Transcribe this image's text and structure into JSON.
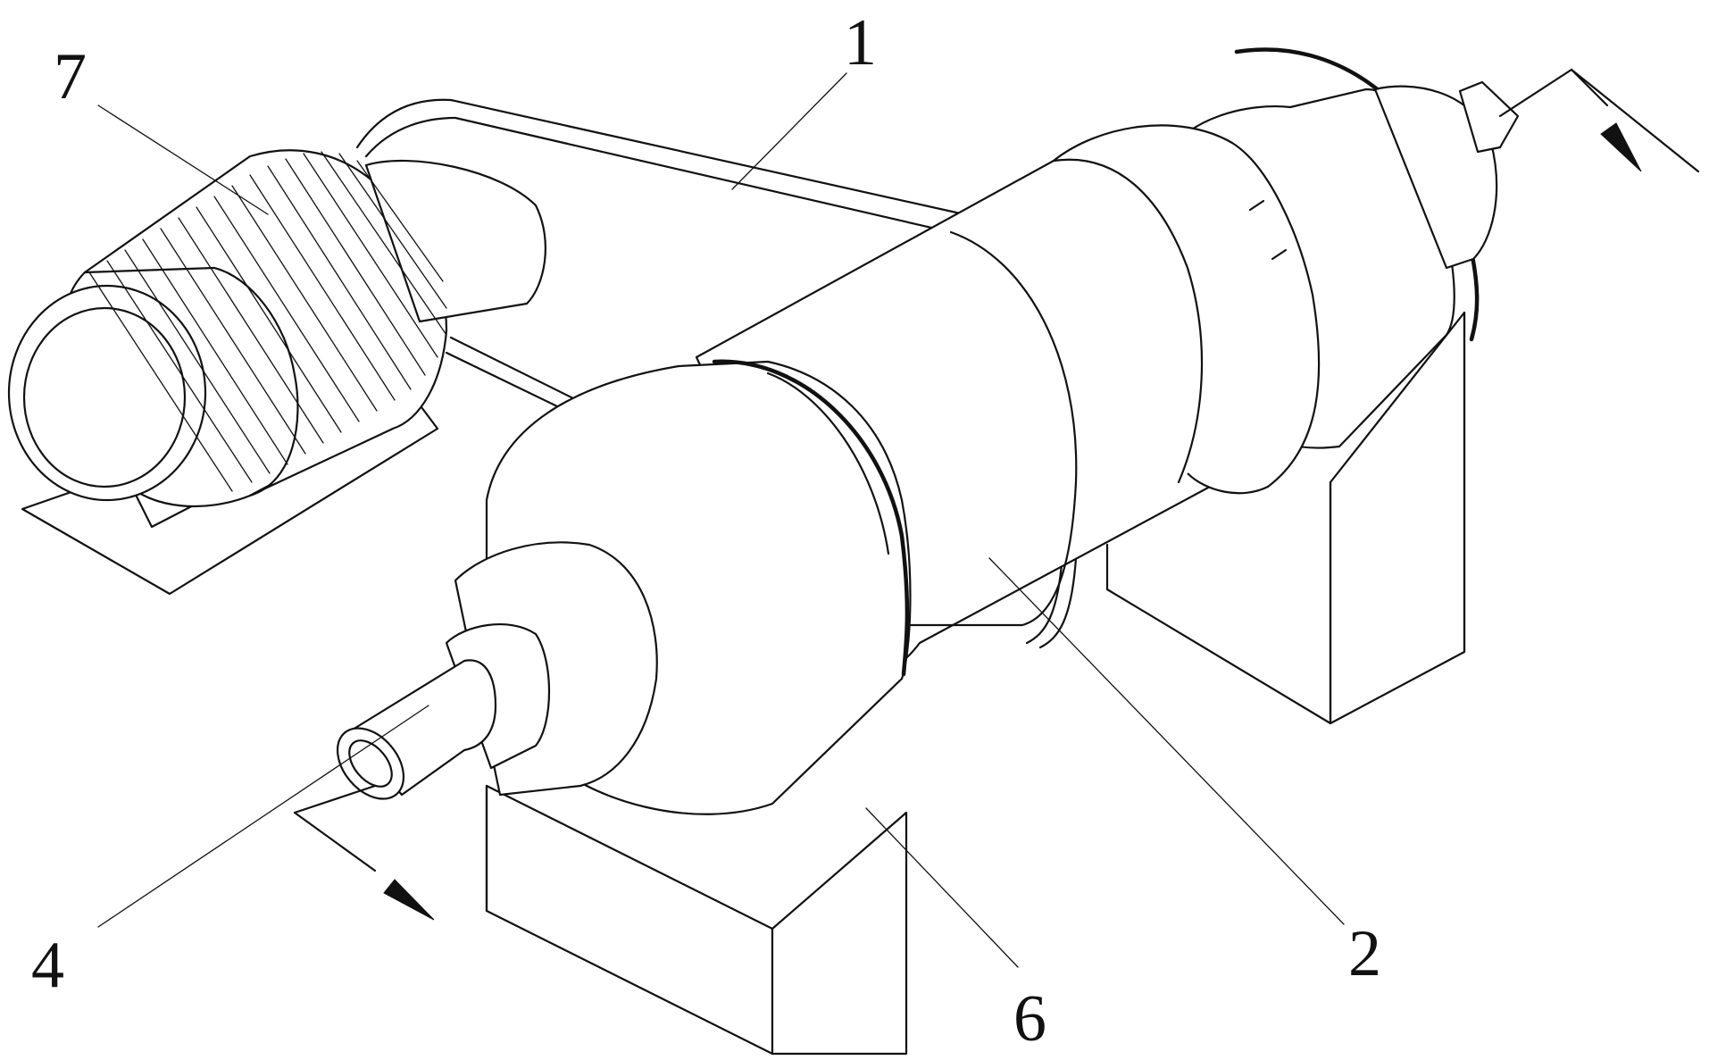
{
  "callouts": [
    {
      "id": "1",
      "text": "1"
    },
    {
      "id": "2",
      "text": "2"
    },
    {
      "id": "4",
      "text": "4"
    },
    {
      "id": "6",
      "text": "6"
    },
    {
      "id": "7",
      "text": "7"
    }
  ],
  "colors": {
    "line": "#111111",
    "background": "#ffffff"
  }
}
